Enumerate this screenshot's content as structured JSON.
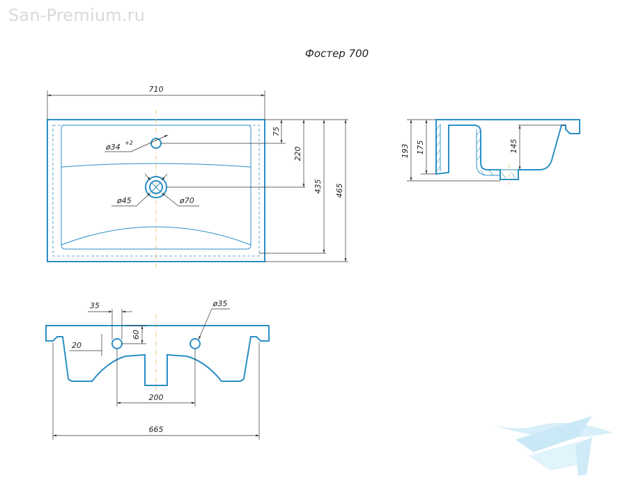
{
  "watermark": "San-Premium.ru",
  "title": "Фостер 700",
  "dimensions": {
    "top_width": "710",
    "hole_offset": "75",
    "drain_offset": "220",
    "inner_depth": "435",
    "outer_depth": "465",
    "tap_hole": "ø34",
    "tap_hole_tol": "+2",
    "drain_inner": "ø45",
    "drain_outer": "ø70",
    "side_total": "193",
    "side_body": "175",
    "side_bowl": "145",
    "front_35": "35",
    "front_hole": "ø35",
    "front_60": "60",
    "front_20": "20",
    "front_200": "200",
    "front_665": "665"
  },
  "colors": {
    "outline": "#2a8fc4",
    "dimension": "#333333",
    "centerline": "#e0b040"
  }
}
